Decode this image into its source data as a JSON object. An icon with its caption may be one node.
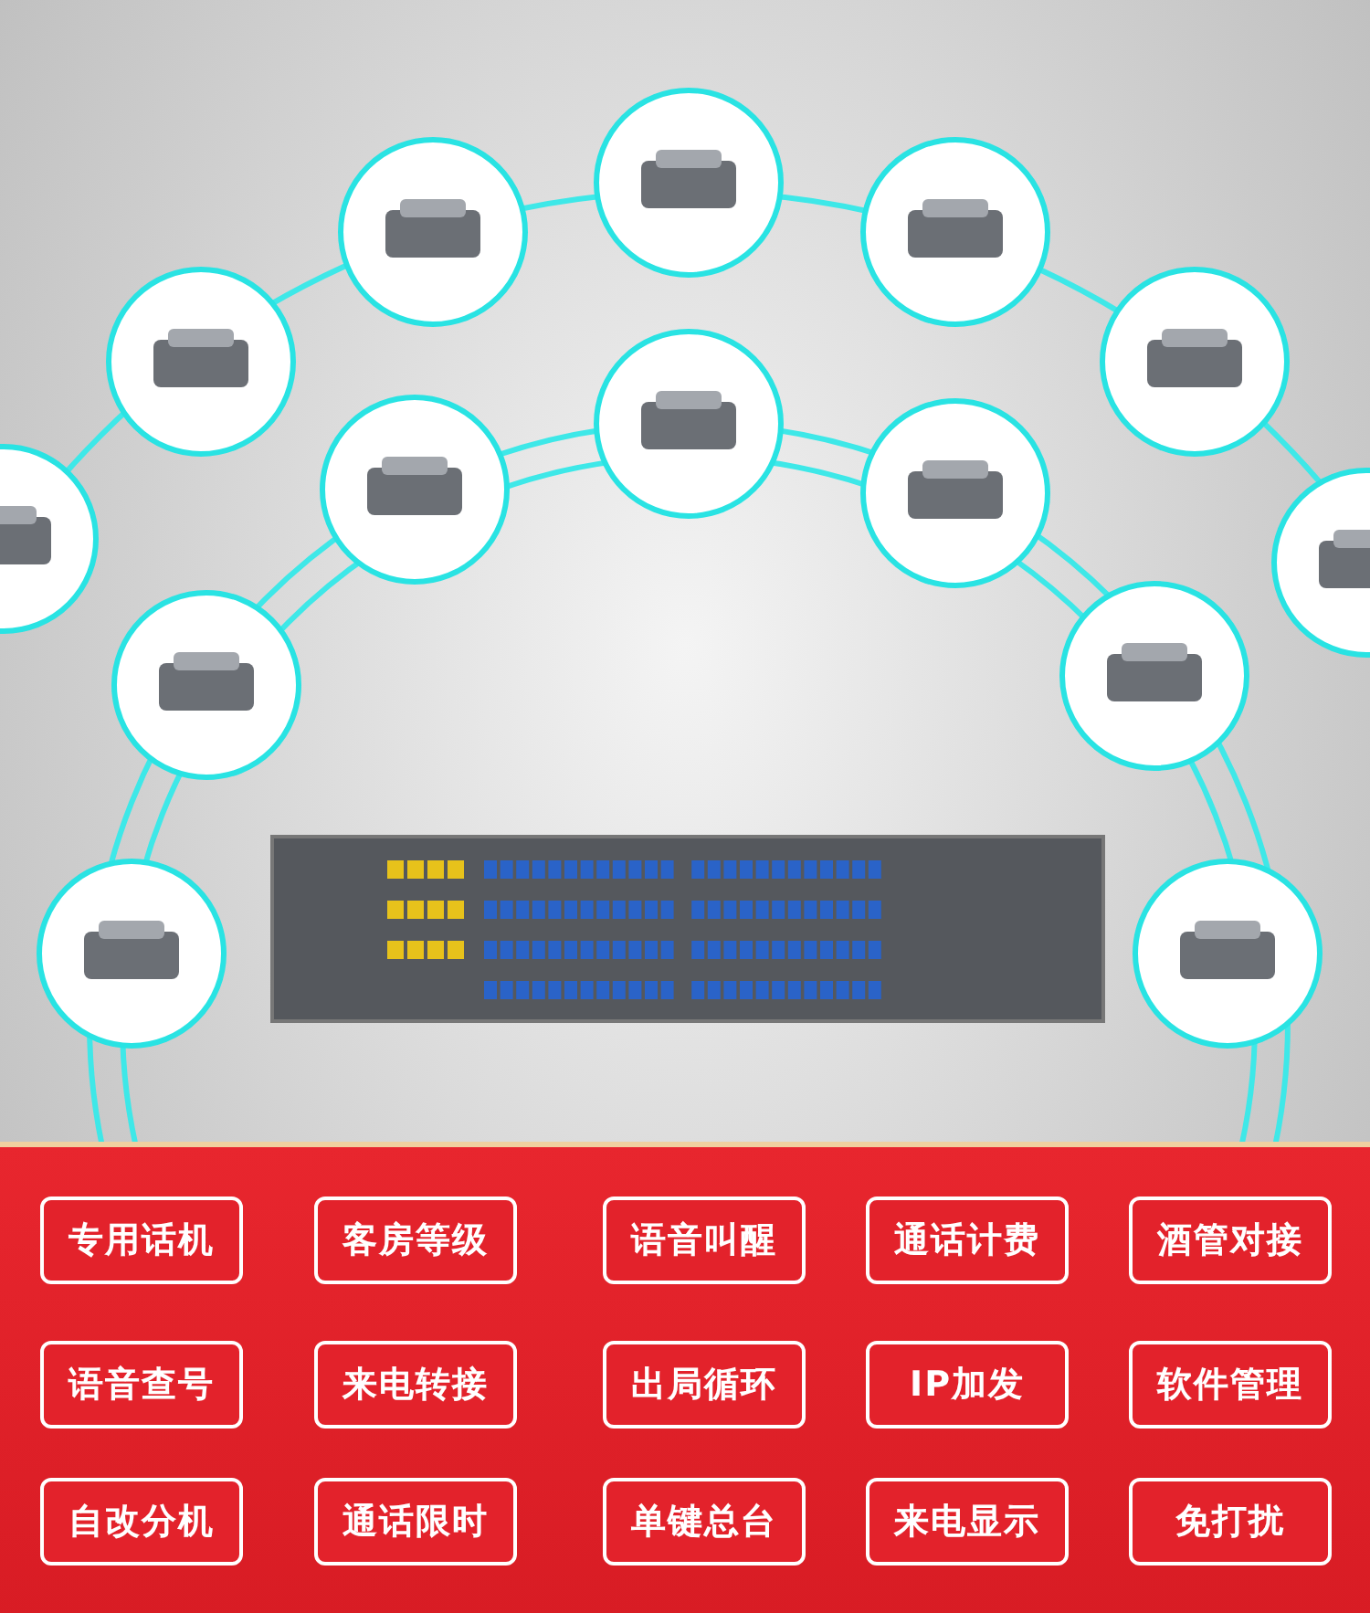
{
  "diagram": {
    "nodes": [
      {
        "text": [],
        "shape": "picture"
      },
      {
        "text": [],
        "shape": "picture"
      },
      {
        "text": [],
        "shape": "picture"
      },
      {
        "text": [],
        "shape": "picture"
      },
      {
        "text": [],
        "shape": "picture"
      },
      {
        "text": [],
        "shape": "picture"
      },
      {
        "text": [],
        "shape": "picture"
      },
      {
        "text": [],
        "shape": "picture"
      },
      {
        "text": [],
        "shape": "picture"
      },
      {
        "text": [],
        "shape": "picture"
      },
      {
        "text": [],
        "shape": "picture"
      },
      {
        "text": [],
        "shape": "picture"
      },
      {
        "text": [],
        "shape": "picture"
      },
      {
        "text": [],
        "shape": "picture"
      },
      {
        "text": [],
        "shape": "picture"
      },
      {
        "text": [
          "专用话机"
        ]
      },
      {
        "text": [
          "客房等级"
        ]
      },
      {
        "text": [
          "语音叫醒"
        ]
      },
      {
        "text": [
          "通话计费"
        ]
      },
      {
        "text": [
          "酒管对接"
        ]
      },
      {
        "text": [
          "语音查号"
        ]
      },
      {
        "text": [
          "来电转接"
        ]
      },
      {
        "text": [
          "出局循环"
        ]
      },
      {
        "text": [
          "IP加发"
        ]
      },
      {
        "text": [
          "软件管理"
        ]
      },
      {
        "text": [
          "自改分机"
        ]
      },
      {
        "text": [
          "通话限时"
        ]
      },
      {
        "text": [
          "单键总台"
        ]
      },
      {
        "text": [
          "来电显示"
        ]
      },
      {
        "text": [
          "免打扰"
        ]
      }
    ]
  }
}
